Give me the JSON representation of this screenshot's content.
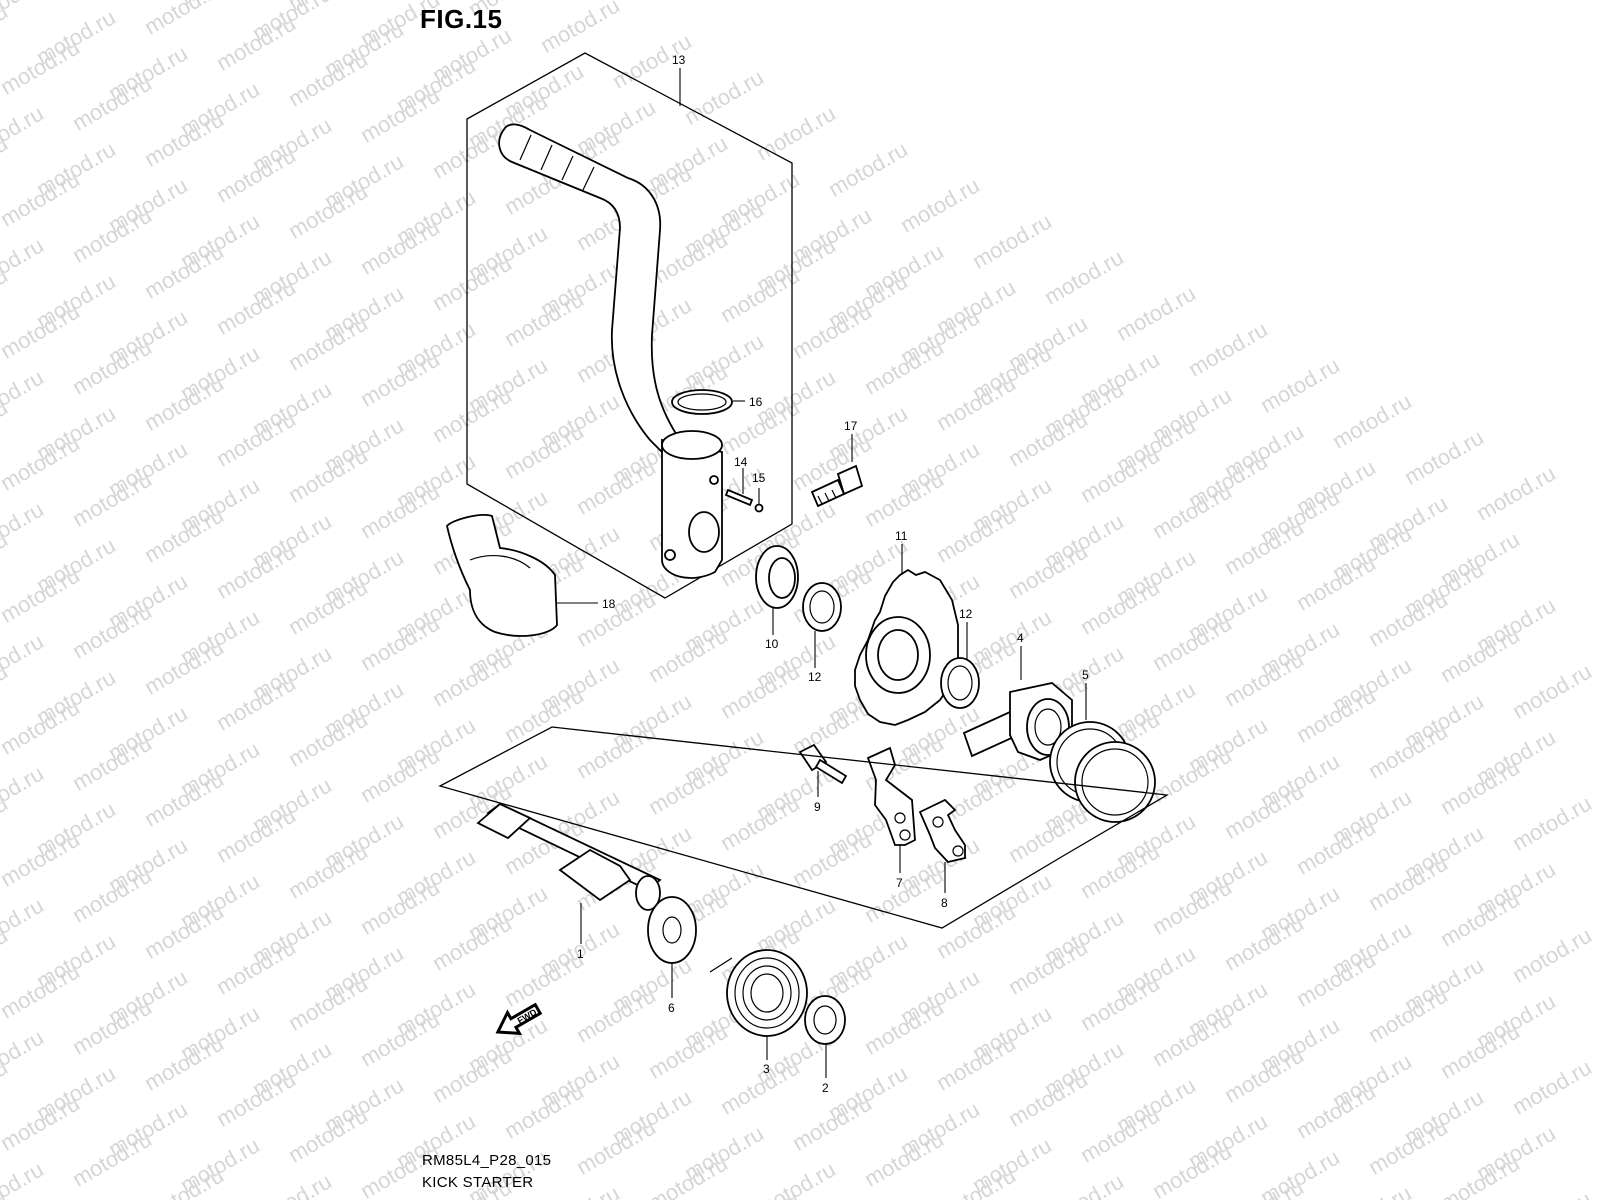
{
  "figure": {
    "title": "FIG.15",
    "code": "RM85L4_P28_015",
    "name": "KICK STARTER",
    "watermark": "motod.ru",
    "fwd_label": "FWD"
  },
  "callouts": [
    {
      "id": "1",
      "text": "1"
    },
    {
      "id": "2",
      "text": "2"
    },
    {
      "id": "3",
      "text": "3"
    },
    {
      "id": "4",
      "text": "4"
    },
    {
      "id": "5",
      "text": "5"
    },
    {
      "id": "6",
      "text": "6"
    },
    {
      "id": "7",
      "text": "7"
    },
    {
      "id": "8",
      "text": "8"
    },
    {
      "id": "9",
      "text": "9"
    },
    {
      "id": "10",
      "text": "10"
    },
    {
      "id": "11",
      "text": "11"
    },
    {
      "id": "12a",
      "text": "12"
    },
    {
      "id": "12b",
      "text": "12"
    },
    {
      "id": "13",
      "text": "13"
    },
    {
      "id": "14",
      "text": "14"
    },
    {
      "id": "15",
      "text": "15"
    },
    {
      "id": "16",
      "text": "16"
    },
    {
      "id": "17",
      "text": "17"
    },
    {
      "id": "18",
      "text": "18"
    }
  ]
}
